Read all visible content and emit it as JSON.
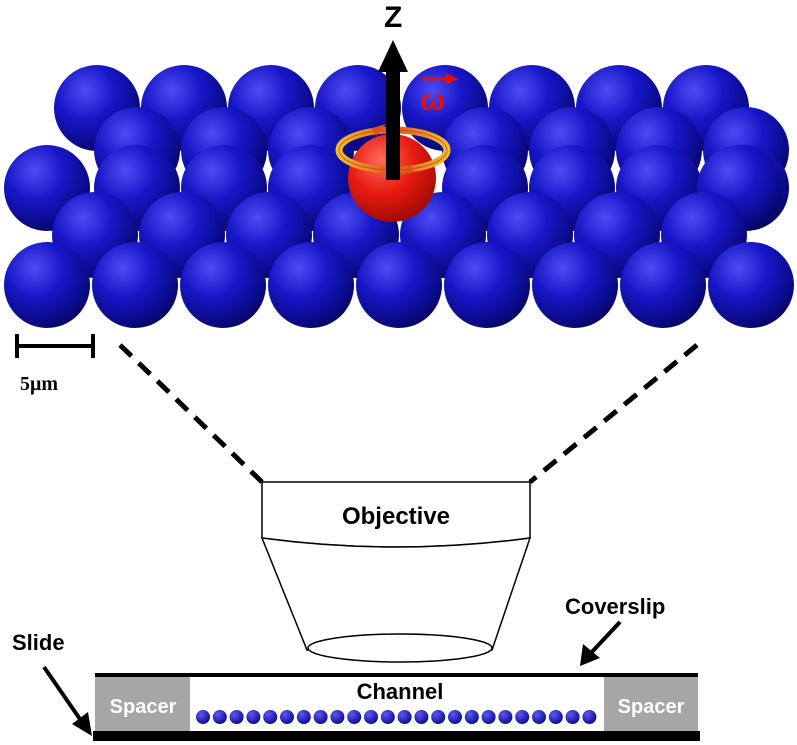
{
  "diagram": {
    "axis_label": "Z",
    "rotation_symbol": "ω",
    "scale_bar_label": "5μm",
    "objective_label": "Objective",
    "coverslip_label": "Coverslip",
    "slide_label": "Slide",
    "channel_label": "Channel",
    "spacer_left_label": "Spacer",
    "spacer_right_label": "Spacer"
  },
  "colors": {
    "particle": "#1a1ab8",
    "probe_particle": "#e01010",
    "arrow": "#000000",
    "rotation_arrow": "#e8a020",
    "spacer": "#a6a6a6",
    "line": "#000000"
  }
}
